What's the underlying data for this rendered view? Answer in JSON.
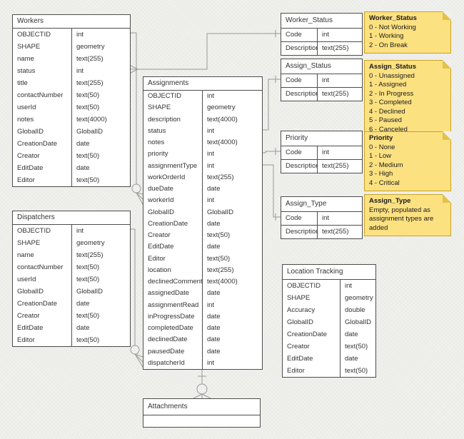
{
  "colors": {
    "background": "#F0F0ED",
    "table_border": "#4D4D4D",
    "connector": "#999999",
    "note_fill": "#FCE181",
    "note_border": "#C9A227",
    "note_fold": "#E2C14C"
  },
  "tables": [
    {
      "title": "Workers",
      "fields": [
        [
          "OBJECTID",
          "int"
        ],
        [
          "SHAPE",
          "geometry"
        ],
        [
          "name",
          "text(255)"
        ],
        [
          "status",
          "int"
        ],
        [
          "title",
          "text(255)"
        ],
        [
          "contactNumber",
          "text(50)"
        ],
        [
          "userId",
          "text(50)"
        ],
        [
          "notes",
          "text(4000)"
        ],
        [
          "GlobalID",
          "GlobalID"
        ],
        [
          "CreationDate",
          "date"
        ],
        [
          "Creator",
          "text(50)"
        ],
        [
          "EditDate",
          "date"
        ],
        [
          "Editor",
          "text(50)"
        ]
      ]
    },
    {
      "title": "Dispatchers",
      "fields": [
        [
          "OBJECTID",
          "int"
        ],
        [
          "SHAPE",
          "geometry"
        ],
        [
          "name",
          "text(255)"
        ],
        [
          "contactNumber",
          "text(50)"
        ],
        [
          "userId",
          "text(50)"
        ],
        [
          "GlobalID",
          "GlobalID"
        ],
        [
          "CreationDate",
          "date"
        ],
        [
          "Creator",
          "text(50)"
        ],
        [
          "EditDate",
          "date"
        ],
        [
          "Editor",
          "text(50)"
        ]
      ]
    },
    {
      "title": "Assignments",
      "fields": [
        [
          "OBJECTID",
          "int"
        ],
        [
          "SHAPE",
          "geometry"
        ],
        [
          "description",
          "text(4000)"
        ],
        [
          "status",
          "int"
        ],
        [
          "notes",
          "text(4000)"
        ],
        [
          "priority",
          "int"
        ],
        [
          "assignmentType",
          "int"
        ],
        [
          "workOrderId",
          "text(255)"
        ],
        [
          "dueDate",
          "date"
        ],
        [
          "workerId",
          "int"
        ],
        [
          "GlobalID",
          "GlobalID"
        ],
        [
          "CreationDate",
          "date"
        ],
        [
          "Creator",
          "text(50)"
        ],
        [
          "EditDate",
          "date"
        ],
        [
          "Editor",
          "text(50)"
        ],
        [
          "location",
          "text(255)"
        ],
        [
          "declinedComment",
          "text(4000)"
        ],
        [
          "assignedDate",
          "date"
        ],
        [
          "assignmentRead",
          "int"
        ],
        [
          "inProgressDate",
          "date"
        ],
        [
          "completedDate",
          "date"
        ],
        [
          "declinedDate",
          "date"
        ],
        [
          "pausedDate",
          "date"
        ],
        [
          "dispatcherId",
          "int"
        ]
      ]
    },
    {
      "title": "Worker_Status",
      "fields": [
        [
          "Code",
          "int"
        ],
        [
          "Description",
          "text(255)"
        ]
      ]
    },
    {
      "title": "Assign_Status",
      "fields": [
        [
          "Code",
          "int"
        ],
        [
          "Description",
          "text(255)"
        ]
      ]
    },
    {
      "title": "Priority",
      "fields": [
        [
          "Code",
          "int"
        ],
        [
          "Description",
          "text(255)"
        ]
      ]
    },
    {
      "title": "Assign_Type",
      "fields": [
        [
          "Code",
          "int"
        ],
        [
          "Description",
          "text(255)"
        ]
      ]
    },
    {
      "title": "Location Tracking",
      "fields": [
        [
          "OBJECTID",
          "int"
        ],
        [
          "SHAPE",
          "geometry"
        ],
        [
          "Accuracy",
          "double"
        ],
        [
          "GlobalID",
          "GlobalID"
        ],
        [
          "CreationDate",
          "date"
        ],
        [
          "Creator",
          "text(50)"
        ],
        [
          "EditDate",
          "date"
        ],
        [
          "Editor",
          "text(50)"
        ]
      ]
    },
    {
      "title": "Attachments",
      "fields": []
    }
  ],
  "notes": [
    {
      "title": "Worker_Status",
      "lines": [
        "0 - Not Working",
        "1 - Working",
        "2 - On Break"
      ]
    },
    {
      "title": "Assign_Status",
      "lines": [
        "0 - Unassigned",
        "1 - Assigned",
        "2 - In Progress",
        "3 - Completed",
        "4 - Declined",
        "5 - Paused",
        "6 - Canceled"
      ]
    },
    {
      "title": "Priority",
      "lines": [
        "0 - None",
        "1 - Low",
        "2 - Medium",
        "3 - High",
        "4 - Critical"
      ]
    },
    {
      "title": "Assign_Type",
      "lines": [
        "Empty, populated as",
        "assignment types are added"
      ]
    }
  ]
}
